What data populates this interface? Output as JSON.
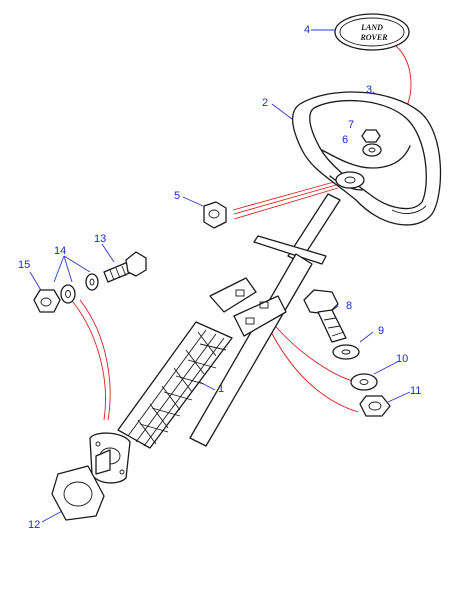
{
  "diagram": {
    "callouts": [
      {
        "number": "1"
      },
      {
        "number": "2"
      },
      {
        "number": "3"
      },
      {
        "number": "4"
      },
      {
        "number": "5"
      },
      {
        "number": "6"
      },
      {
        "number": "7"
      },
      {
        "number": "8"
      },
      {
        "number": "9"
      },
      {
        "number": "10"
      },
      {
        "number": "11"
      },
      {
        "number": "12"
      },
      {
        "number": "13"
      },
      {
        "number": "14"
      },
      {
        "number": "15"
      }
    ],
    "badge": {
      "line1": "LAND",
      "line2": "ROVER"
    },
    "colors": {
      "callout": "#1a2fc0",
      "leader_red": "#d42020",
      "ink": "#1b1b1b"
    }
  }
}
